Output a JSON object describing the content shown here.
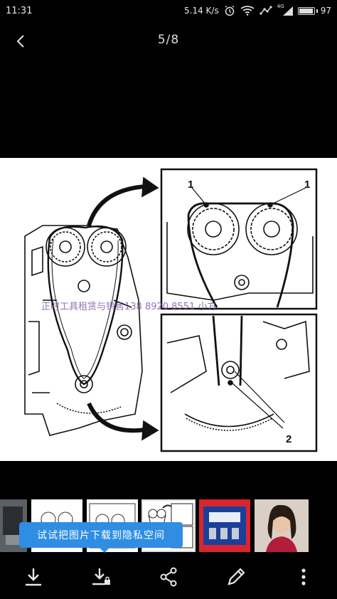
{
  "status": {
    "time": "11:31",
    "net_speed": "5.14 K/s",
    "network_type": "4G",
    "battery_level": "97"
  },
  "header": {
    "back_icon": "back-arrow-icon",
    "page_counter": "5/8"
  },
  "image": {
    "watermark_text": "正时工具租赁与销售138 8920 8551 小方",
    "callouts": [
      "1",
      "1",
      "2"
    ]
  },
  "toast": {
    "text": "试试把图片下载到隐私空间"
  },
  "thumbnails": [
    {
      "icon": "engine-photo-thumbnail"
    },
    {
      "icon": "diagram-thumbnail"
    },
    {
      "icon": "diagram-thumbnail"
    },
    {
      "icon": "timing-diagram-thumbnail",
      "selected": true
    },
    {
      "icon": "toolkit-photo-thumbnail"
    },
    {
      "icon": "portrait-photo-thumbnail"
    }
  ],
  "bottom_actions": [
    {
      "icon": "download-icon"
    },
    {
      "icon": "save-to-private-icon"
    },
    {
      "icon": "share-icon"
    },
    {
      "icon": "edit-icon"
    },
    {
      "icon": "more-icon"
    }
  ],
  "colors": {
    "background": "#000000",
    "toast": "#2f8de4",
    "toolkit_blue": "#1c3f9a",
    "toolkit_red": "#d8262e"
  }
}
